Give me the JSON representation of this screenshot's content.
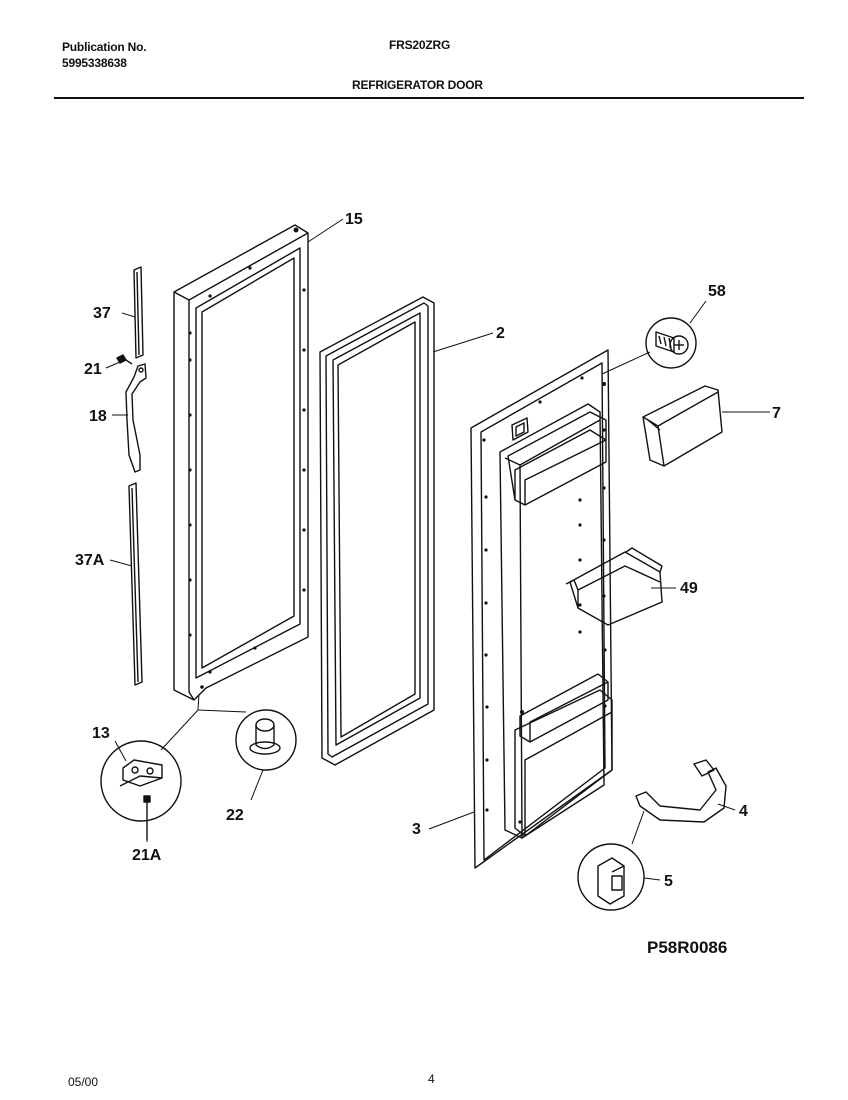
{
  "header": {
    "publication_label": "Publication No.",
    "publication_number": "5995338638",
    "model": "FRS20ZRG",
    "section_title": "REFRIGERATOR DOOR"
  },
  "parts": {
    "p15": "15",
    "p2": "2",
    "p58": "58",
    "p7": "7",
    "p37": "37",
    "p21": "21",
    "p18": "18",
    "p37a": "37A",
    "p49": "49",
    "p13": "13",
    "p22": "22",
    "p21a": "21A",
    "p3": "3",
    "p4": "4",
    "p5": "5"
  },
  "diagram_code": "P58R0086",
  "footer": {
    "date": "05/00",
    "page": "4"
  },
  "colors": {
    "ink": "#111111",
    "paper": "#ffffff"
  }
}
